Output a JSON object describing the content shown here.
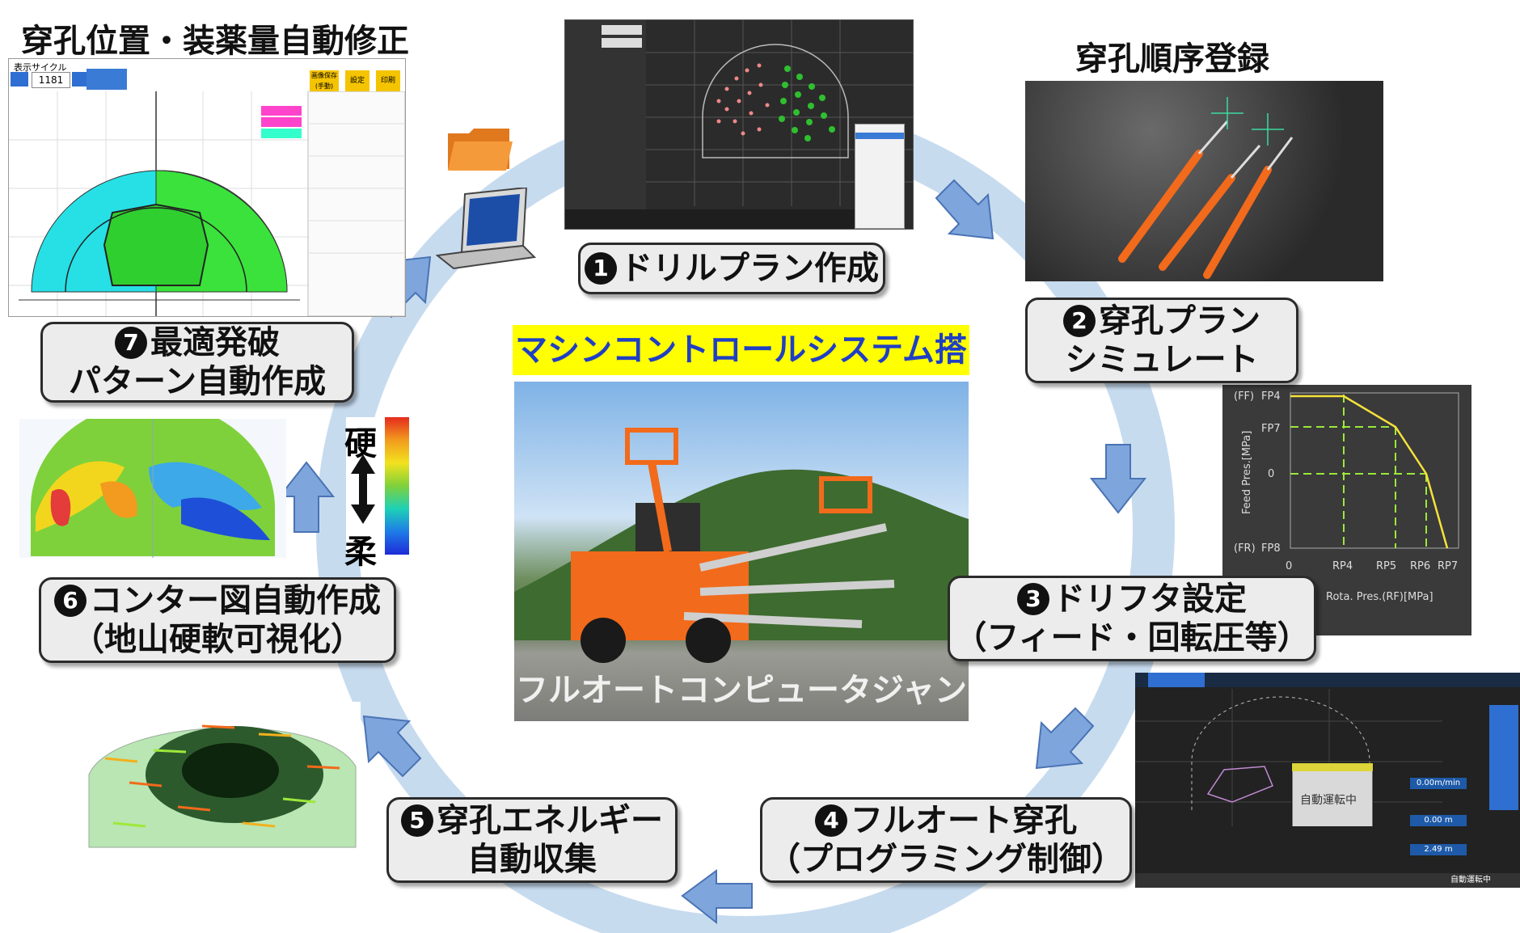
{
  "center": {
    "title": "マシンコントロールシステム搭載",
    "photo_caption": "フルオートコンピュータジャンボ"
  },
  "headings": {
    "top_left": "穿孔位置・装薬量自動修正",
    "top_right": "穿孔順序登録"
  },
  "steps": [
    {
      "num": "1",
      "line1": "ドリルプラン作成",
      "line2": ""
    },
    {
      "num": "2",
      "line1": "穿孔プラン",
      "line2": "シミュレート"
    },
    {
      "num": "3",
      "line1": "ドリフタ設定",
      "line2": "（フィード・回転圧等）"
    },
    {
      "num": "4",
      "line1": "フルオート穿孔",
      "line2": "（プログラミング制御）"
    },
    {
      "num": "5",
      "line1": "穿孔エネルギー",
      "line2": "自動収集"
    },
    {
      "num": "6",
      "line1": "コンター図自動作成",
      "line2": "（地山硬軟可視化）"
    },
    {
      "num": "7",
      "line1": "最適発破",
      "line2": "パターン自動作成"
    }
  ],
  "hardness_scale": {
    "hard": "硬",
    "soft": "柔"
  },
  "drifter_chart": {
    "y_labels": [
      "(FF)",
      "FP4",
      "FP7",
      "0",
      "(FR)",
      "FP8"
    ],
    "x_labels": [
      "0",
      "RP4",
      "RP5",
      "RP6",
      "RP7"
    ],
    "x_title": "Rota. Pres.(RF)[MPa]",
    "y_title": "Feed Pres.[MPa]"
  },
  "correction_screen": {
    "cycle_label": "表示サイクル",
    "cycle_value": "1181",
    "buttons": [
      "画像保存(手動)",
      "設定",
      "印刷"
    ]
  },
  "fullauto_screen": {
    "status": "自動運転中",
    "readouts": [
      "0.00m/min",
      "0.00 m",
      "2.49 m"
    ],
    "footer": "自動運転中"
  },
  "colors": {
    "ring": "#c7dbef",
    "arrow": "#7ea6dc",
    "title_bg": "#ffff00",
    "title_text": "#1f3fc4",
    "machine_orange": "#f26a1b"
  }
}
